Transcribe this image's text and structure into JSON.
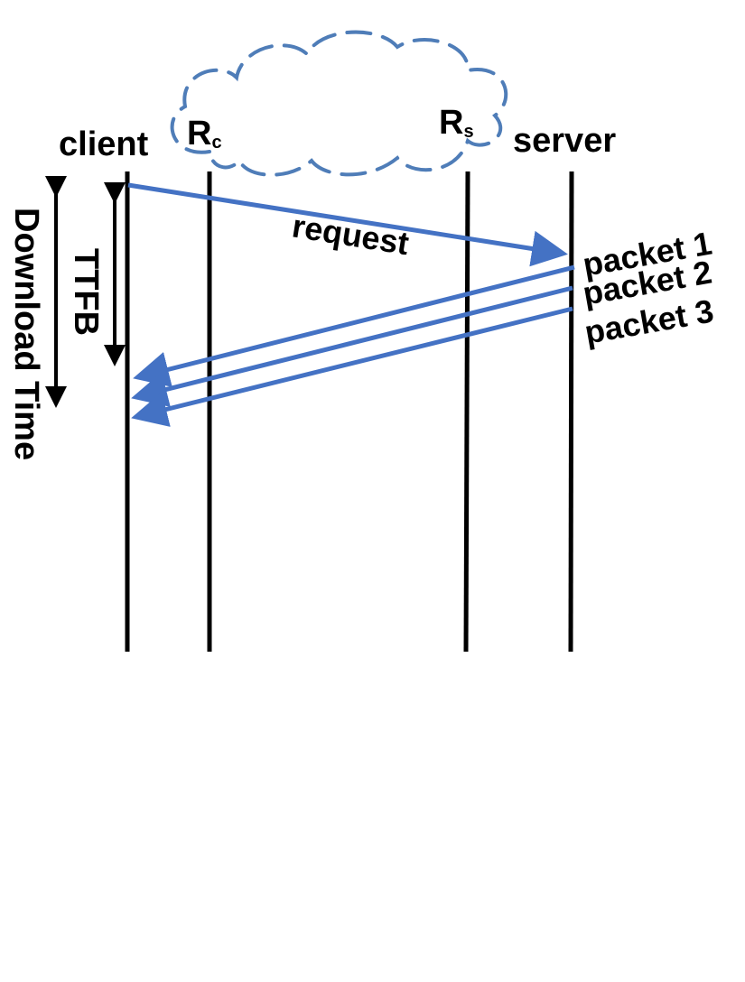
{
  "nodes": {
    "client": "client",
    "server": "server",
    "router_client": {
      "main": "R",
      "sub": "c"
    },
    "router_server": {
      "main": "R",
      "sub": "s"
    }
  },
  "messages": {
    "request": "request",
    "packets": [
      "packet 1",
      "packet 2",
      "packet 3"
    ]
  },
  "intervals": {
    "ttfb": "TTFB",
    "download_time": "Download Time"
  },
  "colors": {
    "arrow": "#4472C4",
    "cloud_stroke": "#4F7DB8",
    "line": "#000000"
  }
}
